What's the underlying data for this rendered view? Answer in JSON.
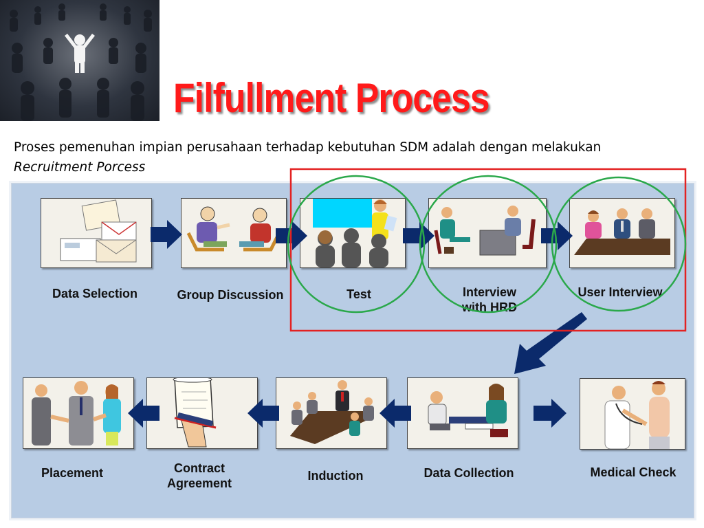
{
  "title": "Filfullment Process",
  "subtitle": {
    "line1": "Proses pemenuhan impian perusahaan terhadap kebutuhan SDM adalah dengan melakukan",
    "line2": "Recruitment Porcess"
  },
  "steps": [
    {
      "label": "Data Selection"
    },
    {
      "label": "Group Discussion"
    },
    {
      "label": "Test"
    },
    {
      "label_line1": "Interview",
      "label_line2": "with HRD"
    },
    {
      "label": "User Interview"
    },
    {
      "label": "Medical Check"
    },
    {
      "label": "Data Collection"
    },
    {
      "label": "Induction"
    },
    {
      "label_line1": "Contract",
      "label_line2": "Agreement"
    },
    {
      "label": "Placement"
    }
  ],
  "colors": {
    "title": "#ff1a1a",
    "panel": "#b8cce4",
    "arrow": "#0b2a6b",
    "highlight_box": "#e32222",
    "highlight_circle": "#2aa84a"
  }
}
